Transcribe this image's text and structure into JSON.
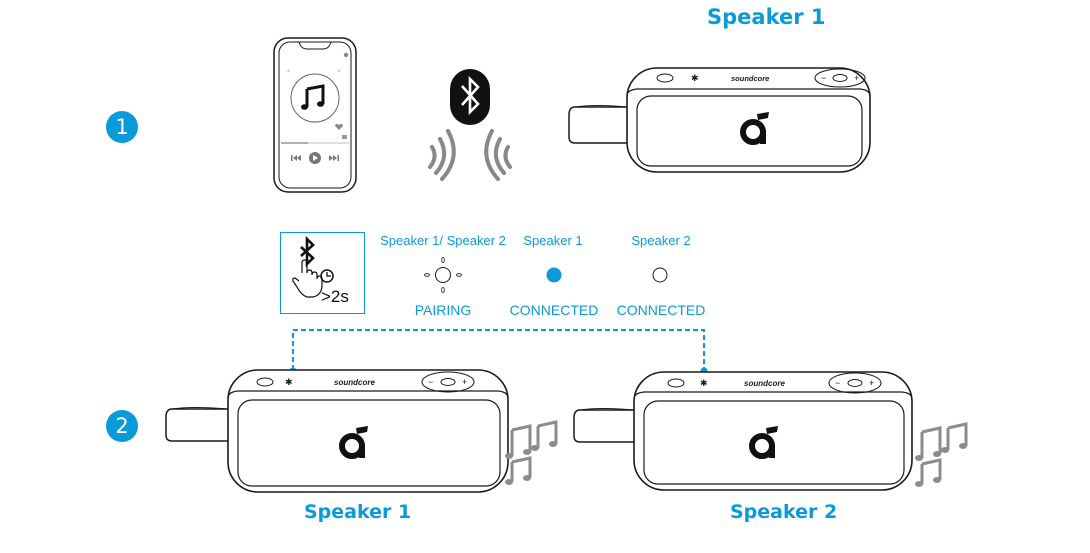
{
  "colors": {
    "accent": "#0a9ad9",
    "outline": "#1a1a1a",
    "gray": "#8c8c8c"
  },
  "steps": [
    {
      "number": "1"
    },
    {
      "number": "2"
    }
  ],
  "step1": {
    "speaker_title": "Speaker 1",
    "phone": {
      "icon": "music-note-icon",
      "controls": [
        "previous-icon",
        "play-icon",
        "next-icon"
      ]
    },
    "bluetooth_icon": "bluetooth-icon"
  },
  "instruction": {
    "button_icon": "bluetooth-icon",
    "gesture_icon": "hand-press-icon",
    "timer_icon": "clock-icon",
    "duration": ">2s"
  },
  "indicators": [
    {
      "device": "Speaker 1/ Speaker 2",
      "state": "PAIRING",
      "led": "blinking-white"
    },
    {
      "device": "Speaker 1",
      "state": "CONNECTED",
      "led": "solid-blue"
    },
    {
      "device": "Speaker 2",
      "state": "CONNECTED",
      "led": "solid-white"
    }
  ],
  "speaker": {
    "brand": "soundcore",
    "controls": [
      "power-button",
      "bluetooth-button",
      "minus-button",
      "play-pause-button",
      "plus-button"
    ]
  },
  "step2": {
    "speakers": [
      {
        "label": "Speaker 1"
      },
      {
        "label": "Speaker 2"
      }
    ]
  }
}
